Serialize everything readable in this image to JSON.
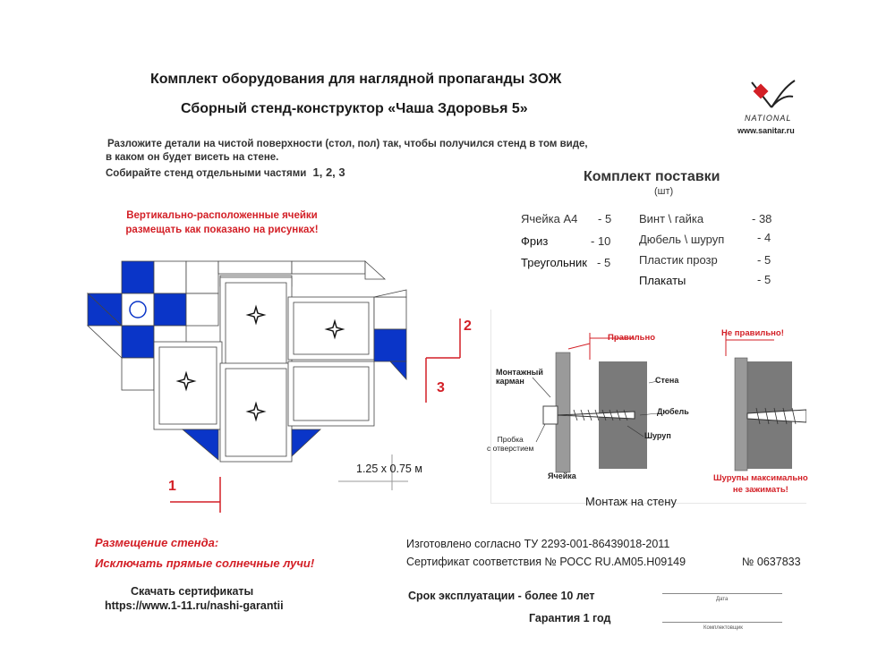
{
  "header": {
    "title": "Комплект оборудования для наглядной пропаганды ЗОЖ",
    "subtitle": "Сборный стенд-конструктор «Чаша Здоровья 5»"
  },
  "logo": {
    "brand": "NATIONAL",
    "website": "www.sanitar.ru"
  },
  "instructions": {
    "line1": "Разложите детали на чистой поверхности (стол, пол) так, чтобы получился стенд в том виде,",
    "line2": "в каком он будет висеть на стене.",
    "line3": "Собирайте стенд отдельными частями",
    "parts": "1, 2, 3"
  },
  "layout_note": {
    "line1": "Вертикально-расположенные ячейки",
    "line2": "размещать как показано на рисунках!"
  },
  "diagram": {
    "part1": "1",
    "part2": "2",
    "part3": "3",
    "dimensions": "1.25 х 0.75 м"
  },
  "kit": {
    "title": "Комплект поставки",
    "unit": "(шт)",
    "left": [
      {
        "name": "Ячейка А4",
        "qty": "- 5"
      },
      {
        "name": "Фриз",
        "qty": "- 10"
      },
      {
        "name": "Треугольник",
        "qty": "- 5"
      }
    ],
    "right": [
      {
        "name": "Винт \\ гайка",
        "qty": "- 38"
      },
      {
        "name": "Дюбель \\ шуруп",
        "qty": "- 4"
      },
      {
        "name": "Пластик прозр",
        "qty": "- 5"
      },
      {
        "name": "Плакаты",
        "qty": "- 5"
      }
    ]
  },
  "mounting": {
    "correct": "Правильно",
    "incorrect": "Не правильно!",
    "pocket_line1": "Монтажный",
    "pocket_line2": "карман",
    "wall": "Стена",
    "dowel": "Дюбель",
    "screw": "Шуруп",
    "plug_line1": "Пробка",
    "plug_line2": "с отверстием",
    "cell": "Ячейка",
    "warning_line1": "Шурупы максимально",
    "warning_line2": "не зажимать!",
    "caption": "Монтаж на стену"
  },
  "placement": {
    "title": "Размещение стенда:",
    "warning": "Исключать прямые солнечные лучи!"
  },
  "certificates": {
    "download": "Скачать сертификаты",
    "url": "https://www.1-11.ru/nashi-garantii"
  },
  "manufacturing": {
    "standard": "Изготовлено согласно ТУ 2293-001-86439018-2011",
    "certificate": "Сертификат соответствия № РОСС RU.AM05.H09149",
    "cert_number": "№ 0637833",
    "service_life": "Срок эксплуатации - более 10 лет",
    "warranty": "Гарантия 1 год"
  },
  "signature": {
    "date": "Дата",
    "packer": "Комплектовщик"
  },
  "colors": {
    "accent_red": "#d31f26",
    "cell_blue": "#0a35c8"
  }
}
